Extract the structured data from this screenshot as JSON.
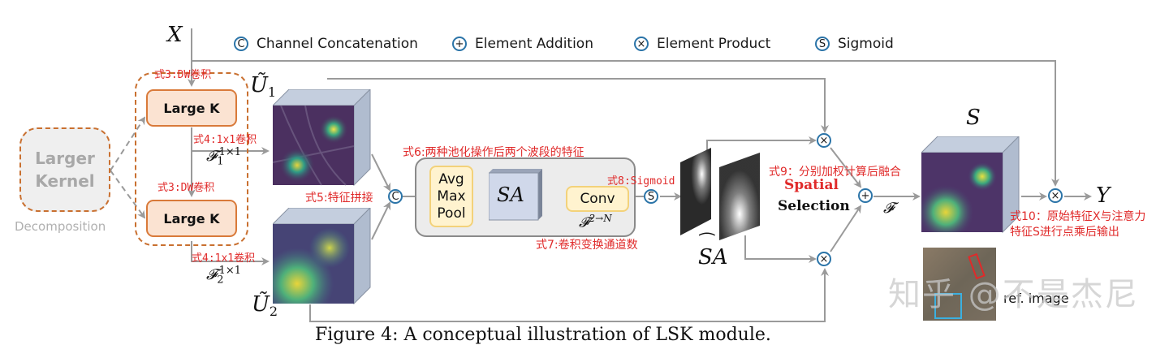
{
  "legend": {
    "items": [
      {
        "symbol": "C",
        "icon": "channel-concatenation-icon",
        "label": "Channel Concatenation"
      },
      {
        "symbol": "+",
        "icon": "element-addition-icon",
        "label": "Element Addition"
      },
      {
        "symbol": "×",
        "icon": "element-product-icon",
        "label": "Element Product"
      },
      {
        "symbol": "S",
        "icon": "sigmoid-icon",
        "label": "Sigmoid"
      }
    ]
  },
  "input": {
    "label": "X"
  },
  "output": {
    "label": "Y"
  },
  "decomposition": {
    "box_label_line1": "Larger",
    "box_label_line2": "Kernel",
    "caption": "Decomposition"
  },
  "large_kernels": [
    {
      "label": "Large K",
      "annotation": "式3:DW卷积",
      "proj_annotation": "式4:1x1卷积",
      "proj_label": "𝓕",
      "proj_sub": "1",
      "proj_sup": "1×1"
    },
    {
      "label": "Large K",
      "annotation": "式3:DW卷积",
      "proj_annotation": "式4:1x1卷积",
      "proj_label": "𝓕",
      "proj_sub": "2",
      "proj_sup": "1×1"
    }
  ],
  "features": {
    "u1": {
      "label": "Ũ",
      "sub": "1"
    },
    "u2": {
      "label": "Ũ",
      "sub": "2"
    }
  },
  "concat_annotation": "式5:特征拼接",
  "pooling_annotation": "式6:两种池化操作后两个波段的特征",
  "pool_box": {
    "line1": "Avg",
    "line2": "Max",
    "line3": "Pool"
  },
  "sa_label": "SA",
  "conv_box": {
    "label": "Conv",
    "sub_label": "𝓕",
    "sub_sup": "2→N"
  },
  "conv_annotation": "式7:卷积变换通道数",
  "sigmoid_annotation": "式8:Sigmoid",
  "sa_tilde_label": "SA",
  "spatial_selection": {
    "line1": "Spatial",
    "line2": "Selection",
    "annotation": "式9：分别加权计算后融合"
  },
  "fusion_label": "𝓕",
  "s_label": "S",
  "output_annotation": {
    "line1": "式10：原始特征X与注意力",
    "line2": "特征S进行点乘后输出"
  },
  "ref_image_label": "ref. image",
  "watermark": "知乎 @不是杰尼",
  "figure_caption": "Figure 4: A conceptual illustration of LSK module.",
  "colors": {
    "wire": "#9a9a9a",
    "op_ring": "#2b74a8",
    "annotation_red": "#e02a2a",
    "large_k_fill": "#fbe3d2",
    "large_k_border": "#d97a3a",
    "pool_fill": "#fff3cf",
    "pool_border": "#f3d27a",
    "sa_panel": "#ececec",
    "cube_face": "#c9d3e3"
  }
}
